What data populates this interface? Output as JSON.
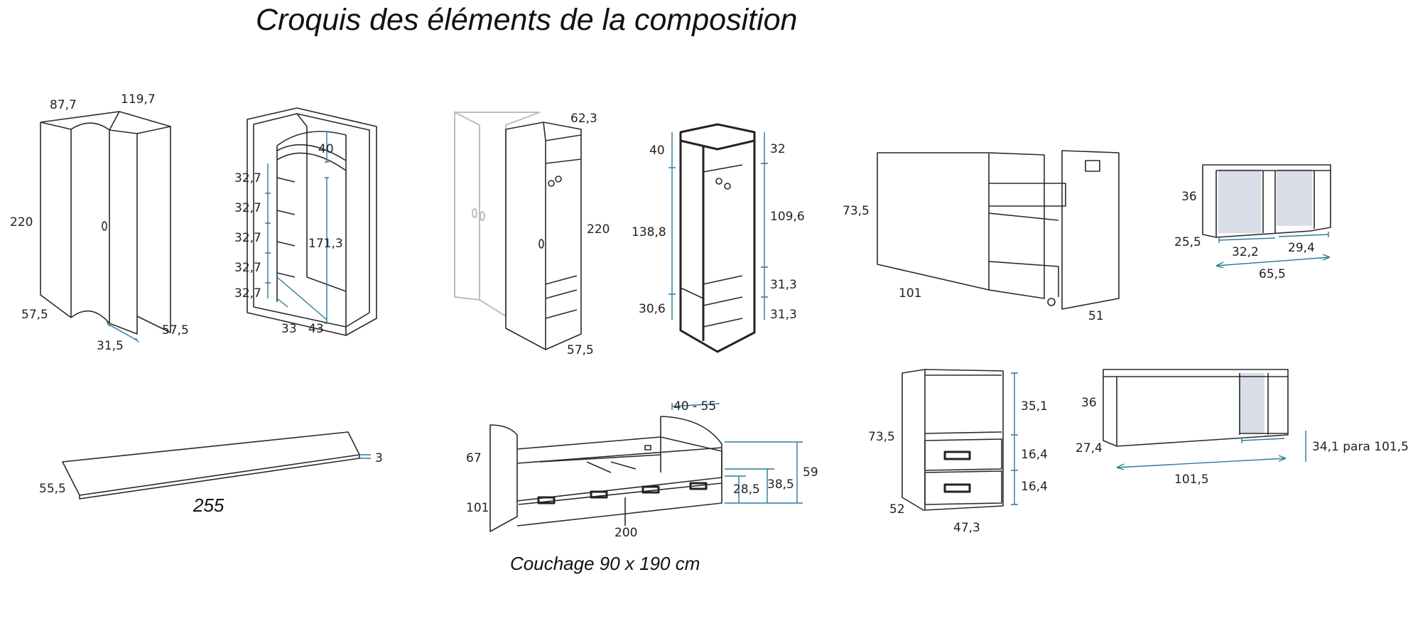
{
  "title": "Croquis des éléments de la composition",
  "caption_bed": "Couchage 90 x 190 cm",
  "colors": {
    "line": "#2a2a2a",
    "dimension": "#2b7a9a",
    "glass": "#d9dde8",
    "ghost": "#bdbdbd"
  },
  "corner_wardrobe": {
    "depth": "87,7",
    "width": "119,7",
    "height": "220",
    "side_left": "57,5",
    "side_right": "57,5",
    "curve": "31,5"
  },
  "corner_interior": {
    "shelves": [
      "32,7",
      "32,7",
      "32,7",
      "32,7",
      "32,7"
    ],
    "top": "40",
    "hang": "171,3",
    "d1": "33",
    "d2": "43"
  },
  "column": {
    "depth": "62,3",
    "height": "220",
    "width": "57,5"
  },
  "column_interior": {
    "left_top": "40",
    "left_mid": "138,8",
    "left_bot": "30,6",
    "right_top": "32",
    "right_mid": "109,6",
    "right_s1": "31,3",
    "right_s2": "31,3"
  },
  "desk_unit": {
    "height": "73,5",
    "width": "101",
    "depth": "51"
  },
  "shelf_top": {
    "height": "36",
    "depth": "25,5",
    "w1": "32,2",
    "w2": "29,4",
    "total": "65,5"
  },
  "bedside": {
    "height": "73,5",
    "depth": "52",
    "width": "47,3",
    "open": "35,1",
    "drawer1": "16,4",
    "drawer2": "16,4"
  },
  "shelf_bottom": {
    "height": "36",
    "depth": "27,4",
    "side": "34,1 para 101,5",
    "width": "101,5"
  },
  "plank": {
    "depth": "55,5",
    "thickness": "3",
    "length": "255"
  },
  "bed": {
    "gap": "40 - 55",
    "head": "67",
    "depth": "101",
    "length": "200",
    "h1": "28,5",
    "h2": "38,5",
    "h3": "59"
  }
}
